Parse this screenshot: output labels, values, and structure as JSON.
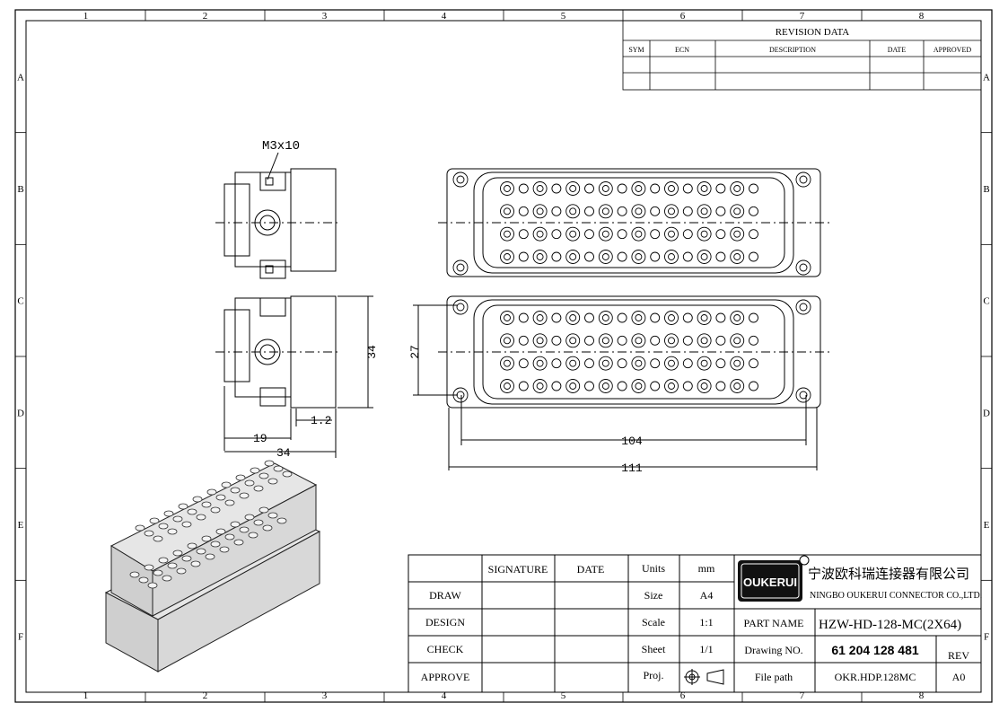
{
  "frame": {
    "columns": [
      "1",
      "2",
      "3",
      "4",
      "5",
      "6",
      "7",
      "8"
    ],
    "rows": [
      "A",
      "B",
      "C",
      "D",
      "E",
      "F"
    ]
  },
  "revision": {
    "title": "REVISION   DATA",
    "headers": [
      "SYM",
      "ECN",
      "DESCRIPTION",
      "DATE",
      "APPROVED"
    ]
  },
  "dimensions": {
    "screw": "M3x10",
    "d34_vertical": "34",
    "d27": "27",
    "d1_2": "1.2",
    "d19": "19",
    "d34_horizontal": "34",
    "d104": "104",
    "d111": "111"
  },
  "title_block": {
    "col_signature": "SIGNATURE",
    "col_date": "DATE",
    "rows": [
      "DRAW",
      "DESIGN",
      "CHECK",
      "APPROVE"
    ],
    "units_label": "Units",
    "units_value": "mm",
    "size_label": "Size",
    "size_value": "A4",
    "scale_label": "Scale",
    "scale_value": "1:1",
    "sheet_label": "Sheet",
    "sheet_value": "1/1",
    "proj_label": "Proj.",
    "logo_text": "OUKERUI",
    "company_cn": "宁波欧科瑞连接器有限公司",
    "company_en": "NINGBO OUKERUI CONNECTOR CO.,LTD.",
    "part_name_label": "PART NAME",
    "part_name_value": "HZW-HD-128-MC(2X64)",
    "drawing_no_label": "Drawing NO.",
    "drawing_no_value": "61 204 128 481",
    "rev_label": "REV",
    "file_path_label": "File path",
    "file_path_value": "OKR.HDP.128MC",
    "rev_value": "A0"
  }
}
